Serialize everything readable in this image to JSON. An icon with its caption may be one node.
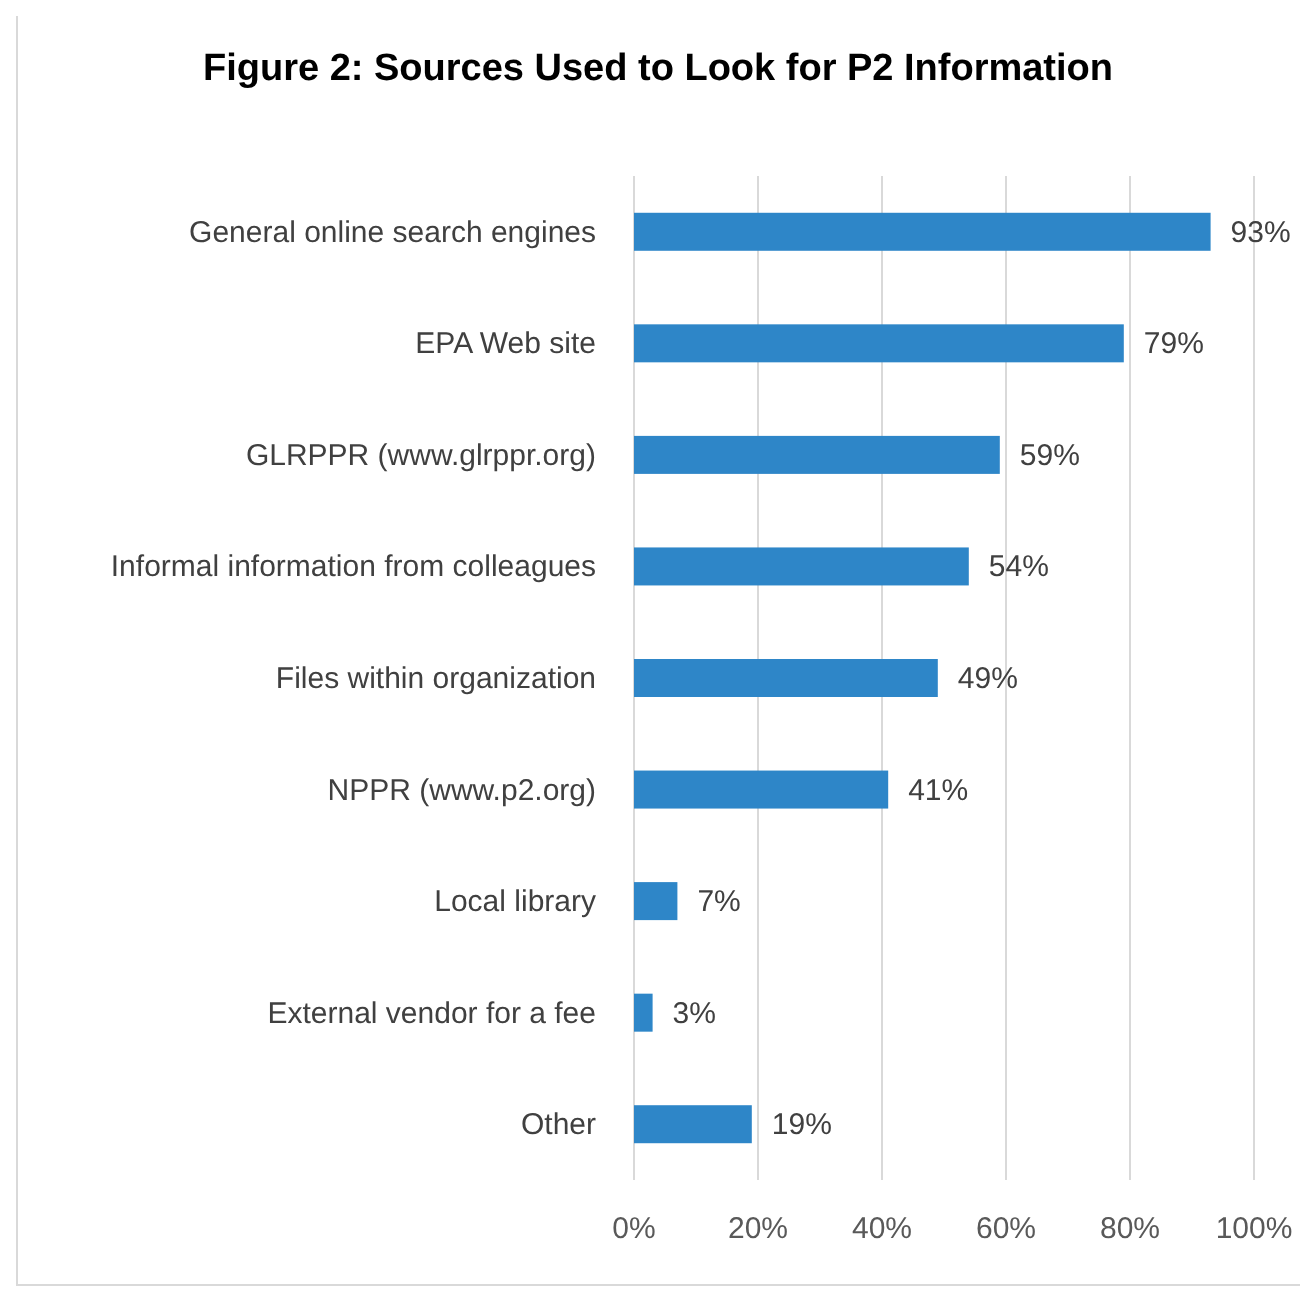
{
  "diagram": {
    "title": "Figure 2: Sources Used to Look for P2 Information",
    "chart_data": {
      "type": "bar",
      "orientation": "horizontal",
      "categories": [
        "General online search engines",
        "EPA Web site",
        "GLRPPR (www.glrppr.org)",
        "Informal information from colleagues",
        "Files within organization",
        "NPPR (www.p2.org)",
        "Local library",
        "External vendor for a fee",
        "Other"
      ],
      "series": [
        {
          "color": "#2e86c8",
          "values": [
            93,
            79,
            59,
            54,
            49,
            41,
            7,
            3,
            19
          ]
        }
      ],
      "xlim": [
        0,
        100
      ],
      "xticks": [
        {
          "value": 0,
          "label": "0%"
        },
        {
          "value": 20,
          "label": "20%"
        },
        {
          "value": 40,
          "label": "40%"
        },
        {
          "value": 60,
          "label": "60%"
        },
        {
          "value": 80,
          "label": "80%"
        },
        {
          "value": 100,
          "label": "100%"
        }
      ],
      "grid": true,
      "value_labels": [
        "93%",
        "79%",
        "59%",
        "54%",
        "49%",
        "41%",
        "7%",
        "3%",
        "19%"
      ]
    }
  }
}
